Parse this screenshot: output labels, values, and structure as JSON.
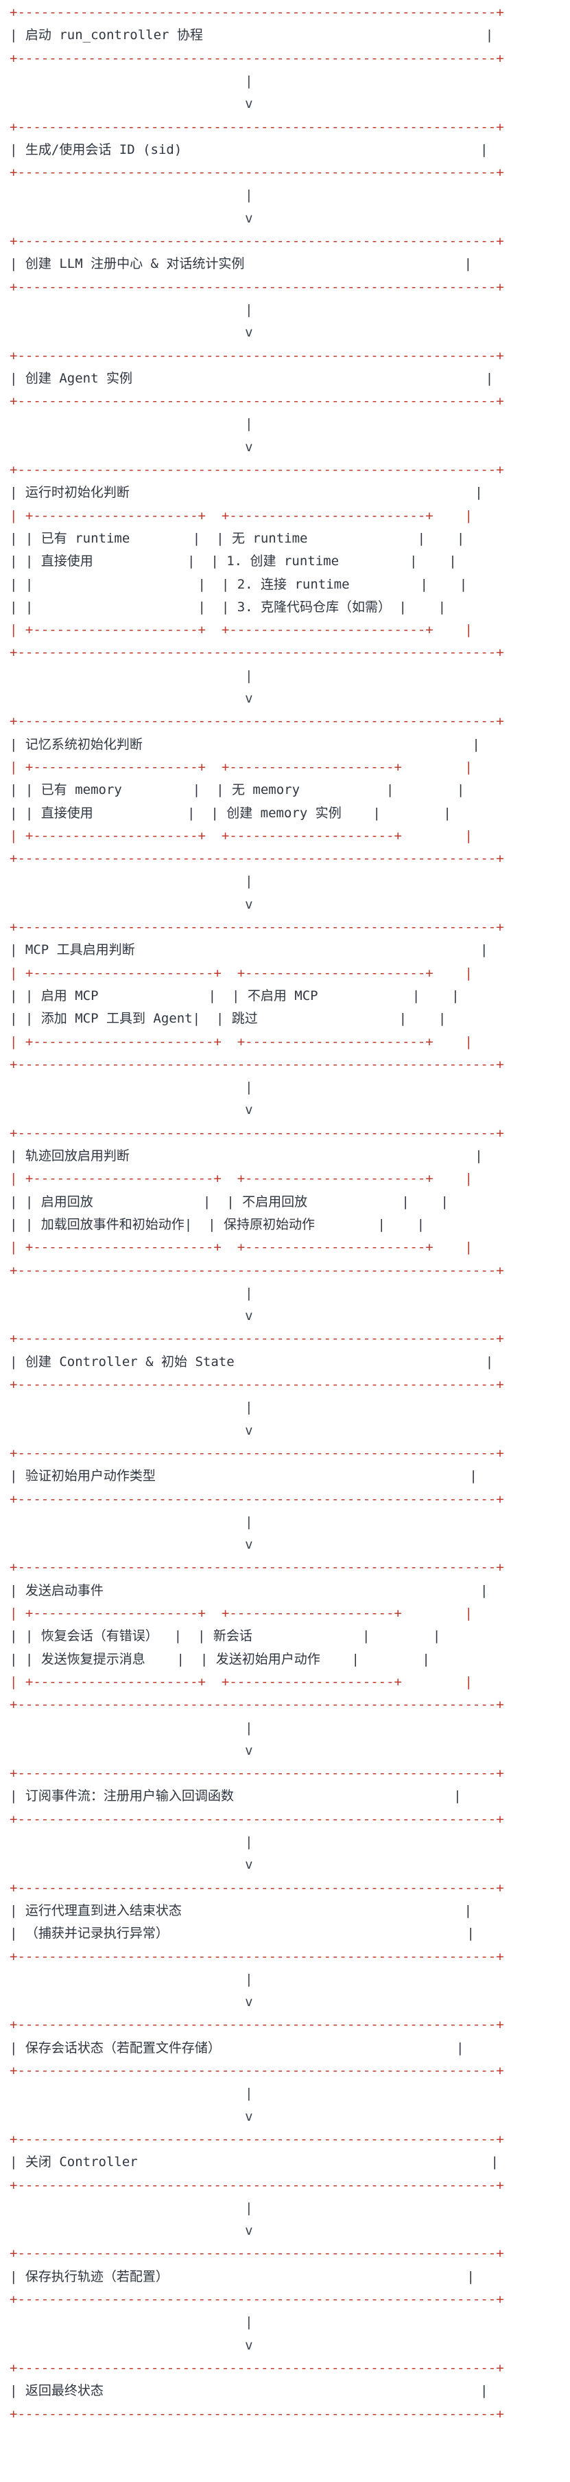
{
  "diagram": {
    "lines": [
      "+-------------------------------------------------------------+",
      "| 启动 run_controller 协程                                    |",
      "+-------------------------------------------------------------+",
      "                              |",
      "                              v",
      "+-------------------------------------------------------------+",
      "| 生成/使用会话 ID (sid)                                      |",
      "+-------------------------------------------------------------+",
      "                              |",
      "                              v",
      "+-------------------------------------------------------------+",
      "| 创建 LLM 注册中心 & 对话统计实例                            |",
      "+-------------------------------------------------------------+",
      "                              |",
      "                              v",
      "+-------------------------------------------------------------+",
      "| 创建 Agent 实例                                             |",
      "+-------------------------------------------------------------+",
      "                              |",
      "                              v",
      "+-------------------------------------------------------------+",
      "| 运行时初始化判断                                            |",
      "| +---------------------+  +-------------------------+    |",
      "| | 已有 runtime        |  | 无 runtime              |    |",
      "| | 直接使用            |  | 1. 创建 runtime         |    |",
      "| |                     |  | 2. 连接 runtime         |    |",
      "| |                     |  | 3. 克隆代码仓库（如需） |    |",
      "| +---------------------+  +-------------------------+    |",
      "+-------------------------------------------------------------+",
      "                              |",
      "                              v",
      "+-------------------------------------------------------------+",
      "| 记忆系统初始化判断                                          |",
      "| +---------------------+  +---------------------+        |",
      "| | 已有 memory         |  | 无 memory           |        |",
      "| | 直接使用            |  | 创建 memory 实例    |        |",
      "| +---------------------+  +---------------------+        |",
      "+-------------------------------------------------------------+",
      "                              |",
      "                              v",
      "+-------------------------------------------------------------+",
      "| MCP 工具启用判断                                            |",
      "| +-----------------------+  +-----------------------+    |",
      "| | 启用 MCP              |  | 不启用 MCP            |    |",
      "| | 添加 MCP 工具到 Agent|  | 跳过                  |    |",
      "| +-----------------------+  +-----------------------+    |",
      "+-------------------------------------------------------------+",
      "                              |",
      "                              v",
      "+-------------------------------------------------------------+",
      "| 轨迹回放启用判断                                            |",
      "| +-----------------------+  +-----------------------+    |",
      "| | 启用回放              |  | 不启用回放            |    |",
      "| | 加载回放事件和初始动作|  | 保持原初始动作        |    |",
      "| +-----------------------+  +-----------------------+    |",
      "+-------------------------------------------------------------+",
      "                              |",
      "                              v",
      "+-------------------------------------------------------------+",
      "| 创建 Controller & 初始 State                                |",
      "+-------------------------------------------------------------+",
      "                              |",
      "                              v",
      "+-------------------------------------------------------------+",
      "| 验证初始用户动作类型                                        |",
      "+-------------------------------------------------------------+",
      "                              |",
      "                              v",
      "+-------------------------------------------------------------+",
      "| 发送启动事件                                                |",
      "| +---------------------+  +---------------------+        |",
      "| | 恢复会话（有错误）  |  | 新会话              |        |",
      "| | 发送恢复提示消息    |  | 发送初始用户动作    |        |",
      "| +---------------------+  +---------------------+        |",
      "+-------------------------------------------------------------+",
      "                              |",
      "                              v",
      "+-------------------------------------------------------------+",
      "| 订阅事件流：注册用户输入回调函数                            |",
      "+-------------------------------------------------------------+",
      "                              |",
      "                              v",
      "+-------------------------------------------------------------+",
      "| 运行代理直到进入结束状态                                    |",
      "| （捕获并记录执行异常）                                      |",
      "+-------------------------------------------------------------+",
      "                              |",
      "                              v",
      "+-------------------------------------------------------------+",
      "| 保存会话状态（若配置文件存储）                              |",
      "+-------------------------------------------------------------+",
      "                              |",
      "                              v",
      "+-------------------------------------------------------------+",
      "| 关闭 Controller                                             |",
      "+-------------------------------------------------------------+",
      "                              |",
      "                              v",
      "+-------------------------------------------------------------+",
      "| 保存执行轨迹（若配置）                                      |",
      "+-------------------------------------------------------------+",
      "                              |",
      "                              v",
      "+-------------------------------------------------------------+",
      "| 返回最终状态                                                |",
      "+-------------------------------------------------------------+"
    ],
    "colors": {
      "border": "#c0392b",
      "connector": "#3a4350",
      "keyword": "#3b5fa0",
      "text": "#2f3640"
    }
  }
}
